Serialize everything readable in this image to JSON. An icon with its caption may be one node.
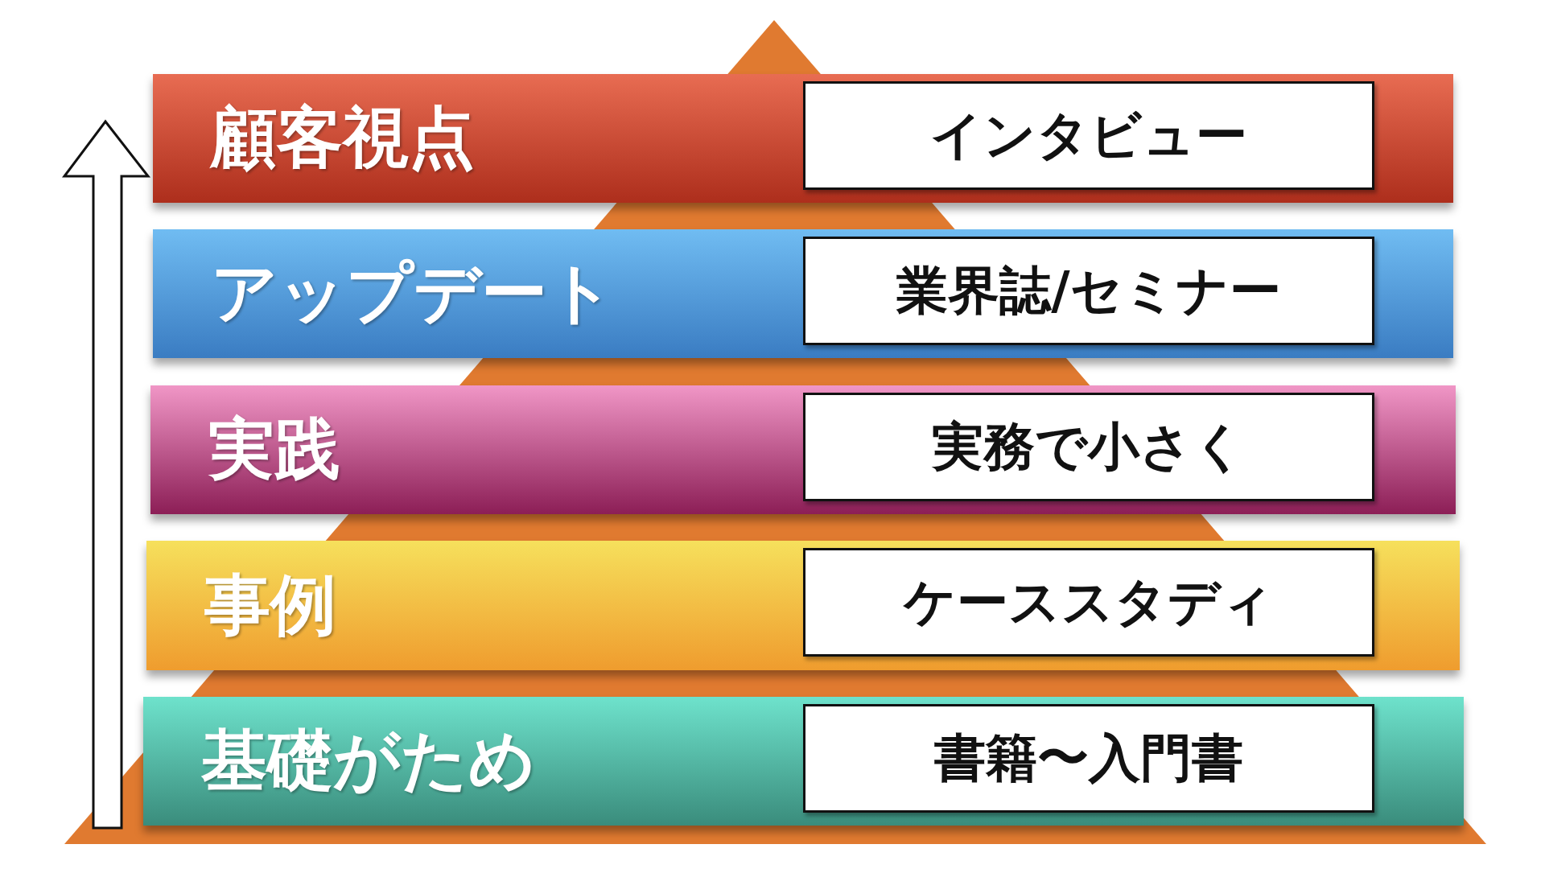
{
  "diagram": {
    "nodes": [
      {
        "text": [
          "顧客視点"
        ]
      },
      {
        "text": [
          "インタビュー"
        ],
        "in": 0
      },
      {
        "text": [
          "アップデート"
        ]
      },
      {
        "text": [
          "業界誌/セミナー"
        ],
        "in": 2
      },
      {
        "text": [
          "実践"
        ]
      },
      {
        "text": [
          "実務で小さく"
        ],
        "in": 4
      },
      {
        "text": [
          "事例"
        ]
      },
      {
        "text": [
          "ケーススタディ"
        ],
        "in": 6
      },
      {
        "text": [
          "基礎がため"
        ]
      },
      {
        "text": [
          "書籍〜入門書"
        ],
        "in": 8
      }
    ],
    "edges": []
  }
}
